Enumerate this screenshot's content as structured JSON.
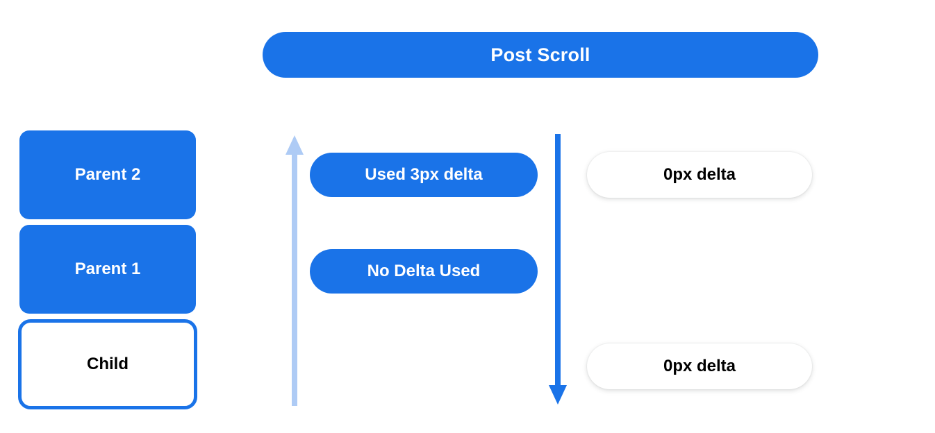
{
  "banner": {
    "label": "Post Scroll",
    "color": "#1a73e8",
    "text_color": "#ffffff"
  },
  "left_stack": {
    "name": "scroll-chain",
    "nodes": [
      {
        "label": "Parent 2",
        "style": "filled",
        "fill": "#1a73e8",
        "text_color": "#ffffff"
      },
      {
        "label": "Parent 1",
        "style": "filled",
        "fill": "#1a73e8",
        "text_color": "#ffffff"
      },
      {
        "label": "Child",
        "style": "outlined",
        "fill": "#ffffff",
        "border_color": "#1a73e8",
        "text_color": "#000000"
      }
    ]
  },
  "arrows": [
    {
      "name": "scroll-up-arrow",
      "direction": "up",
      "color": "#aecbf5",
      "label": ""
    },
    {
      "name": "scroll-down-arrow",
      "direction": "down",
      "color": "#1a73e8",
      "label": ""
    }
  ],
  "delta_column": {
    "items": [
      {
        "label": "Used 3px delta",
        "style": "blue"
      },
      {
        "label": "No Delta Used",
        "style": "blue"
      }
    ]
  },
  "result_column": {
    "items": [
      {
        "label": "0px delta",
        "style": "white"
      },
      {
        "label": "0px delta",
        "style": "white"
      }
    ]
  },
  "colors": {
    "accent_blue": "#1a73e8",
    "light_blue": "#aecbf5",
    "background": "#ffffff",
    "text_dark": "#000000",
    "text_light": "#ffffff"
  }
}
